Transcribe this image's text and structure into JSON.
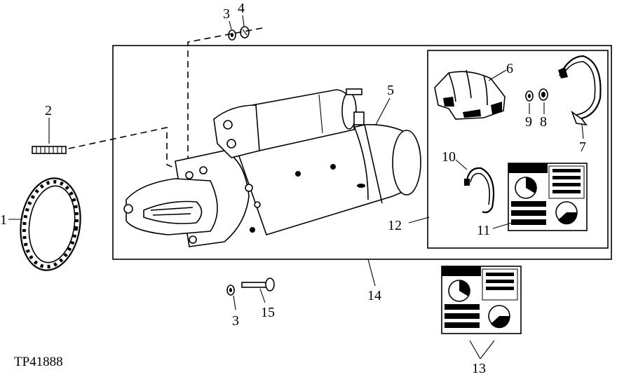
{
  "diagram": {
    "figure_code": "TP41888",
    "callouts": [
      "1",
      "2",
      "3",
      "4",
      "5",
      "6",
      "7",
      "8",
      "9",
      "10",
      "11",
      "12",
      "13",
      "14",
      "3",
      "15"
    ],
    "parts": [
      "gasket-ring",
      "stud",
      "nut",
      "lock-washer",
      "starter-motor",
      "solenoid-boot",
      "band-clamp",
      "nut-small",
      "washer-small",
      "clip-ring",
      "decal-kit",
      "parts-kit-box",
      "decal",
      "starter-assembly-box",
      "cap-screw"
    ]
  }
}
